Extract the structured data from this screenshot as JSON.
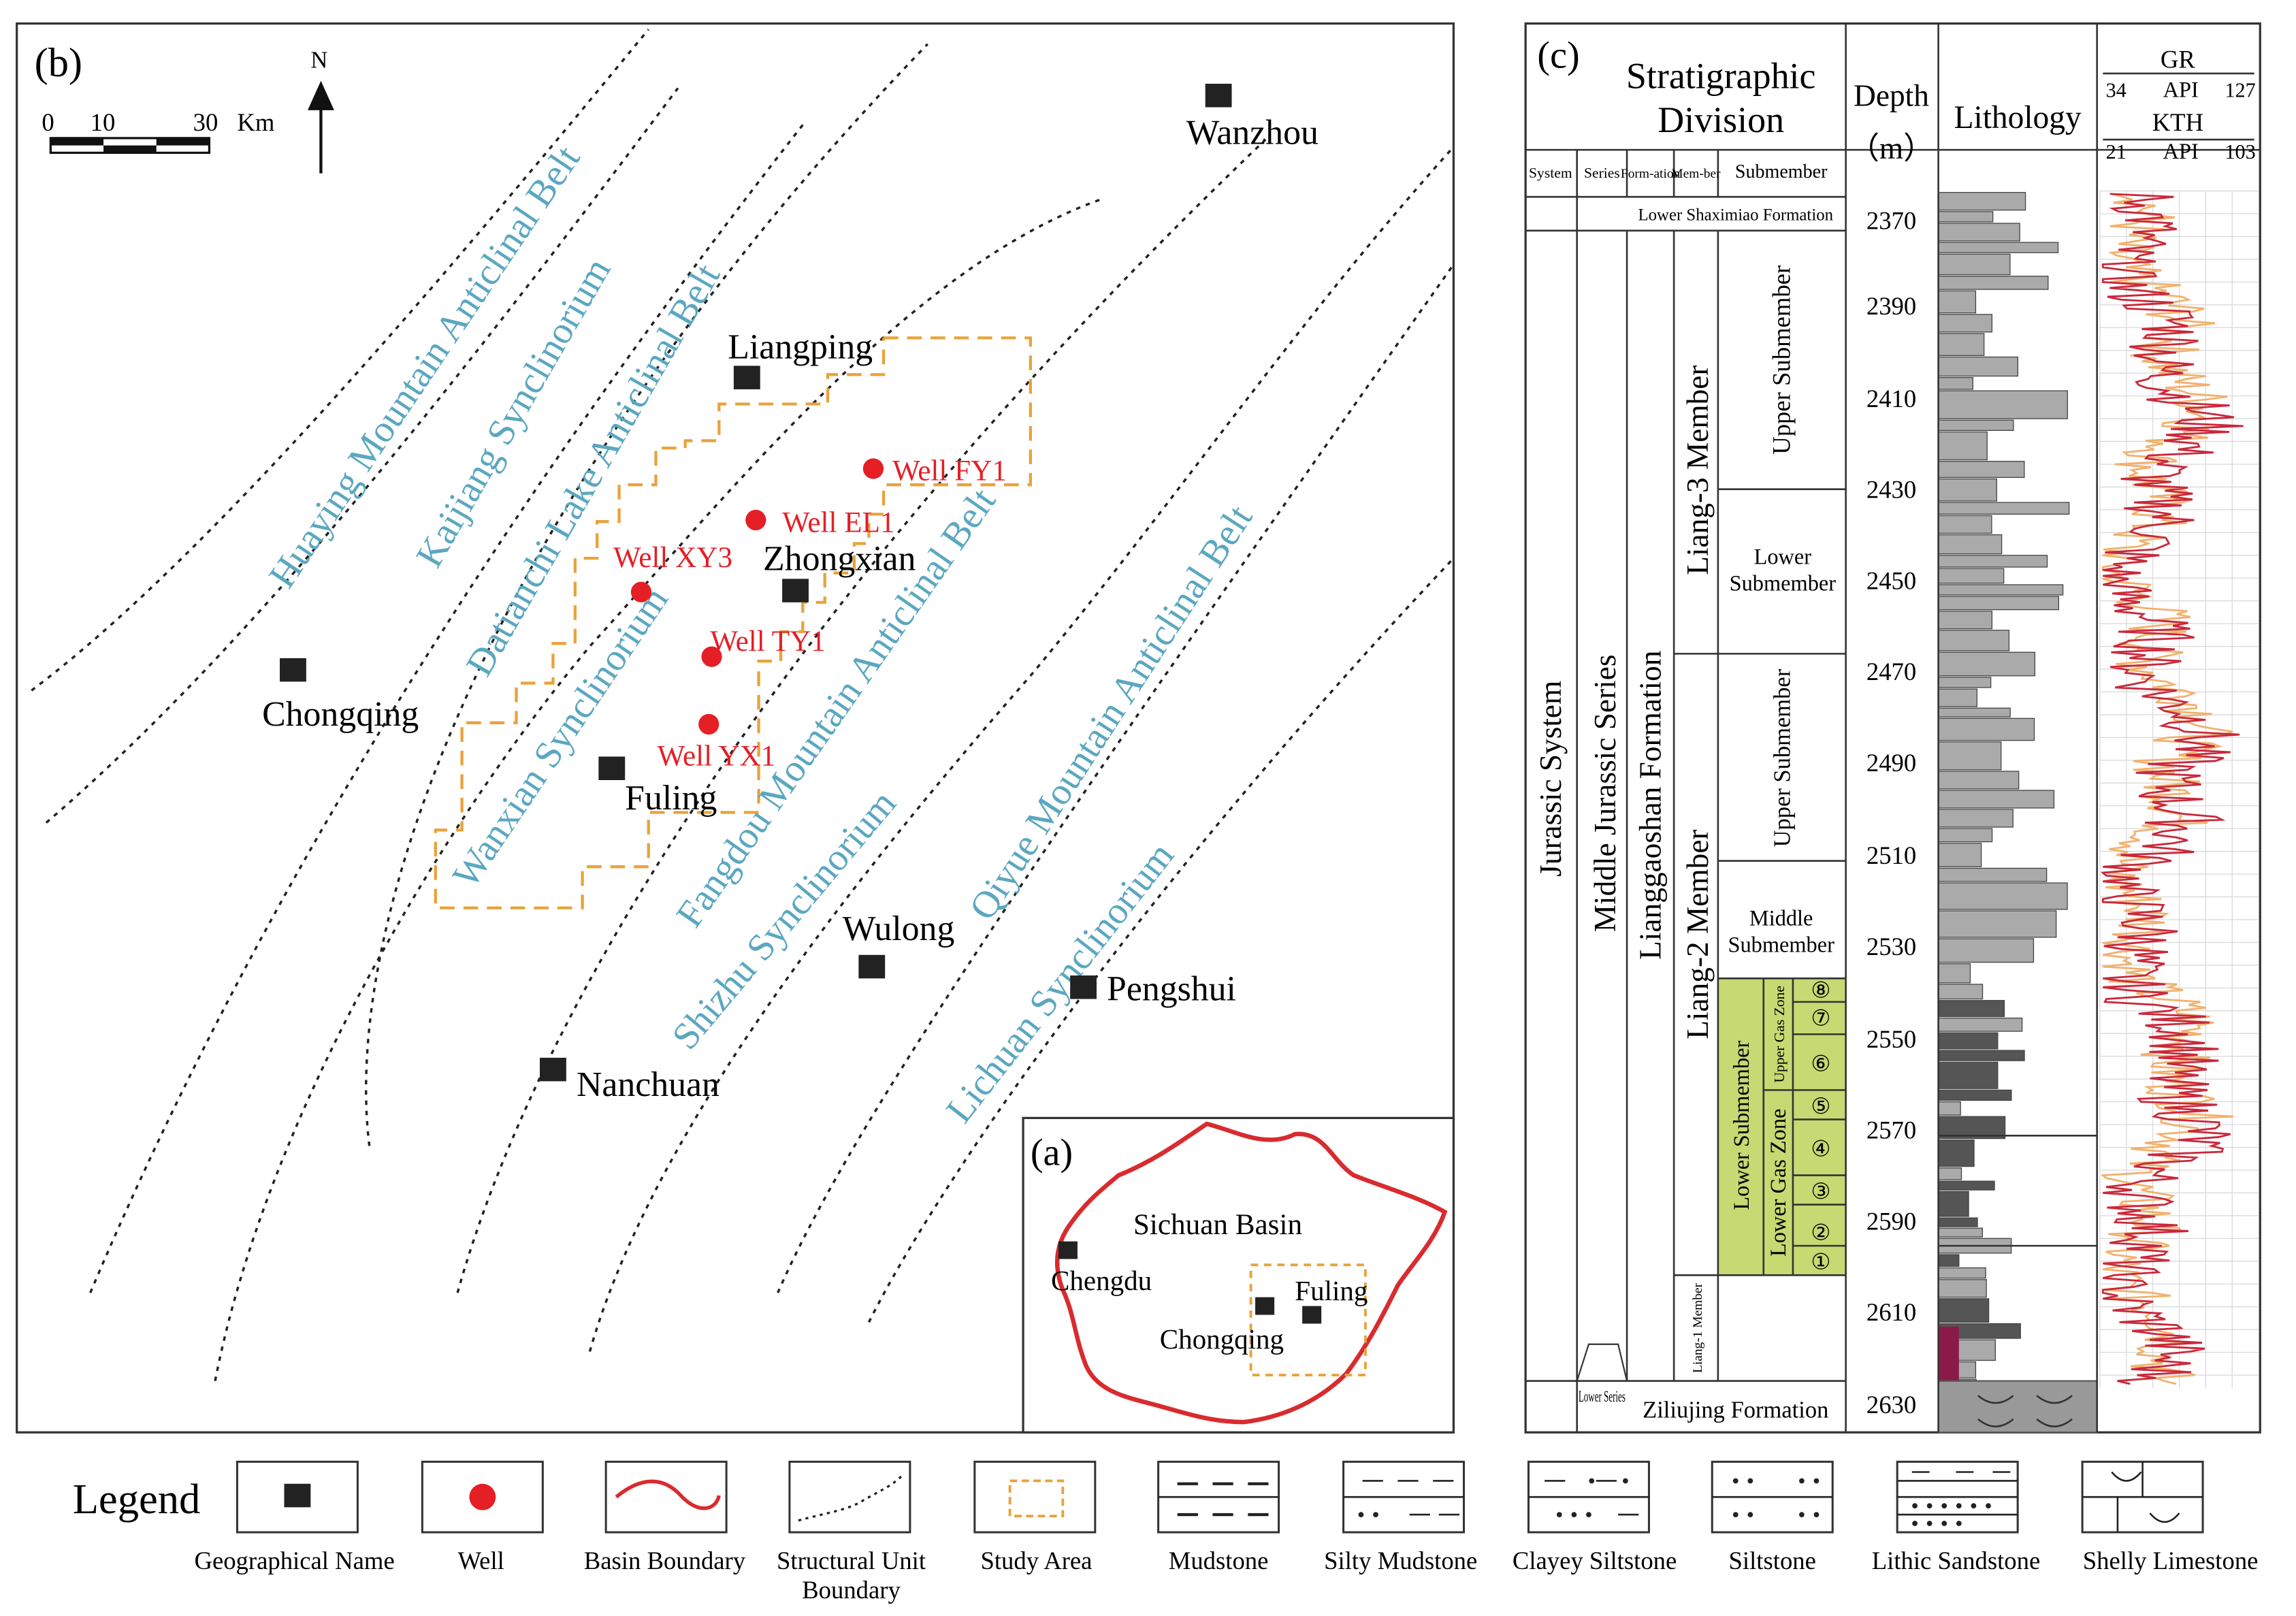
{
  "map": {
    "panel_label": "(b)",
    "north_label": "N",
    "scale_labels": [
      "0",
      "10",
      "30",
      "Km"
    ],
    "structures": [
      "Huaying Mountain Anticlinal Belt",
      "Kaijiang Synclinorium",
      "Datianchi Lake Anticlinal Belt",
      "Wanxian Synclinorium",
      "Fangdou Mountain Anticlinal Belt",
      "Shizhu Synclinorium",
      "Qiyue Mountain Anticlinal Belt",
      "Lichuan Synclinorium"
    ],
    "places": [
      "Wanzhou",
      "Liangping",
      "Zhongxian",
      "Chongqing",
      "Fuling",
      "Wulong",
      "Pengshui",
      "Nanchuan"
    ],
    "wells": [
      "Well FY1",
      "Well EL1",
      "Well XY3",
      "Well TY1",
      "Well YX1"
    ],
    "colors": {
      "structure": "#5ba7c0",
      "well": "#e41f26",
      "study_area": "#e8a33c",
      "basin": "#d92b2f"
    }
  },
  "inset": {
    "panel_label": "(a)",
    "basin_label": "Sichuan Basin",
    "places": [
      "Chengdu",
      "Chongqing",
      "Fuling"
    ]
  },
  "column": {
    "panel_label": "(c)",
    "title_line1": "Stratigraphic",
    "title_line2": "Division",
    "headers": {
      "system": "System",
      "series": "Series",
      "formation": "Form-ation",
      "member": "Mem-ber",
      "submember": "Submember"
    },
    "depth_label": "Depth",
    "depth_unit": "（m）",
    "lithology_label": "Lithology",
    "log_gr": {
      "name": "GR",
      "min": "34",
      "unit": "API",
      "max": "127"
    },
    "log_kth": {
      "name": "KTH",
      "min": "21",
      "unit": "API",
      "max": "103"
    },
    "system": "Jurassic System",
    "series_middle": "Middle Jurassic Series",
    "series_lower": "Lower Series",
    "formation": "Lianggaoshan Formation",
    "top_formation": "Lower Shaximiao Formation",
    "bottom_formation": "Ziliujing Formation",
    "members": {
      "liang3": "Liang-3 Member",
      "liang2": "Liang-2 Member",
      "liang1": "Liang-1 Member"
    },
    "submembers": {
      "upper3": "Upper Submember",
      "lower3_line1": "Lower",
      "lower3_line2": "Submember",
      "upper2": "Upper Submember",
      "middle2_line1": "Middle",
      "middle2_line2": "Submember",
      "lower2": "Lower Submember",
      "upper_gas_zone": "Upper Gas Zone",
      "lower_gas_zone": "Lower Gas Zone"
    },
    "zones": [
      "⑧",
      "⑦",
      "⑥",
      "⑤",
      "④",
      "③",
      "②",
      "①"
    ],
    "depth_ticks": [
      "2370",
      "2390",
      "2410",
      "2430",
      "2450",
      "2470",
      "2490",
      "2510",
      "2530",
      "2550",
      "2570",
      "2590",
      "2610",
      "2630"
    ]
  },
  "legend": {
    "title": "Legend",
    "items": [
      "Geographical Name",
      "Well",
      "Basin Boundary",
      "Structural Unit Boundary",
      "Study Area",
      "Mudstone",
      "Silty Mudstone",
      "Clayey Siltstone",
      "Siltstone",
      "Lithic Sandstone",
      "Shelly Limestone"
    ]
  }
}
